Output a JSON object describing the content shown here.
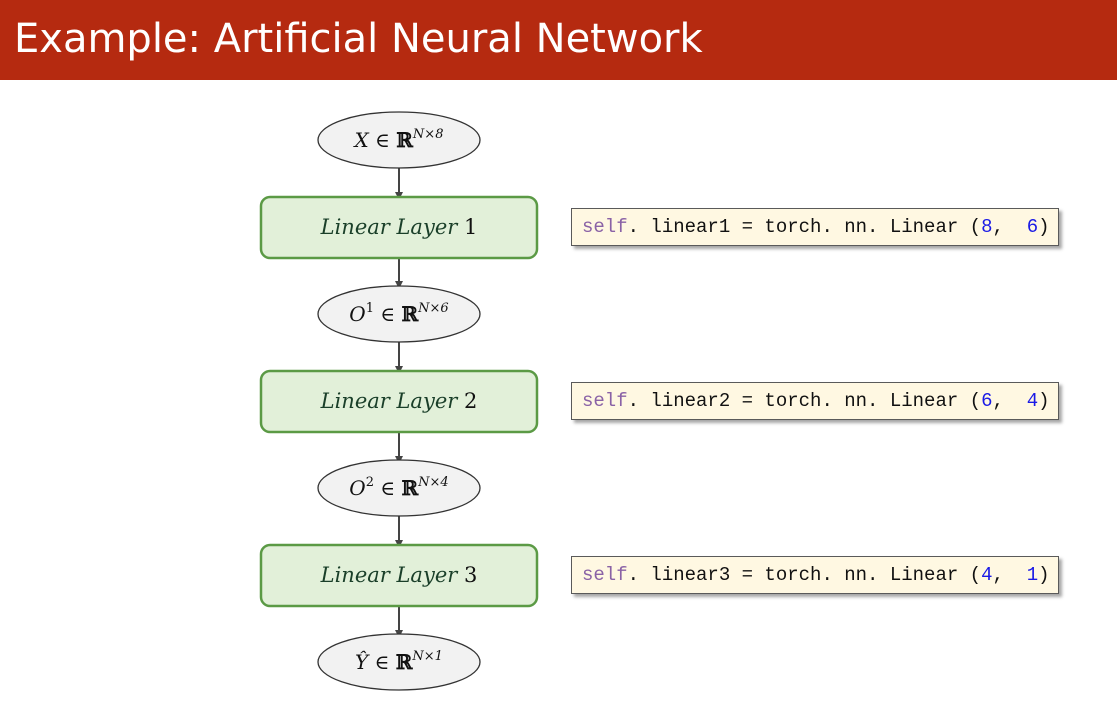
{
  "title": "Example: Artificial Neural Network",
  "nodes": {
    "input": {
      "symbol": "X",
      "set": "ℝ",
      "dims": "N×8"
    },
    "o1": {
      "symbol": "O",
      "exp": "1",
      "set": "ℝ",
      "dims": "N×6"
    },
    "o2": {
      "symbol": "O",
      "exp": "2",
      "set": "ℝ",
      "dims": "N×4"
    },
    "output": {
      "symbol": "Ŷ",
      "set": "ℝ",
      "dims": "N×1"
    },
    "in_symbol": "∈"
  },
  "layers": [
    {
      "name": "Linear Layer",
      "index": "1"
    },
    {
      "name": "Linear Layer",
      "index": "2"
    },
    {
      "name": "Linear Layer",
      "index": "3"
    }
  ],
  "code": [
    {
      "self": "self",
      "middle": ". linear1 = torch. nn. Linear (",
      "a": "8",
      "sep": ",  ",
      "b": "6",
      "close": ")"
    },
    {
      "self": "self",
      "middle": ". linear2 = torch. nn. Linear (",
      "a": "6",
      "sep": ",  ",
      "b": "4",
      "close": ")"
    },
    {
      "self": "self",
      "middle": ". linear3 = torch. nn. Linear (",
      "a": "4",
      "sep": ",  ",
      "b": "1",
      "close": ")"
    }
  ],
  "colors": {
    "title_bar": "#b52a10",
    "layer_fill": "#e2f0d9",
    "layer_border": "#5b9a45",
    "ellipse_fill": "#f2f2f2",
    "code_fill": "#fff8e2",
    "code_self": "#8a62a6",
    "code_number": "#1a1ae6"
  }
}
